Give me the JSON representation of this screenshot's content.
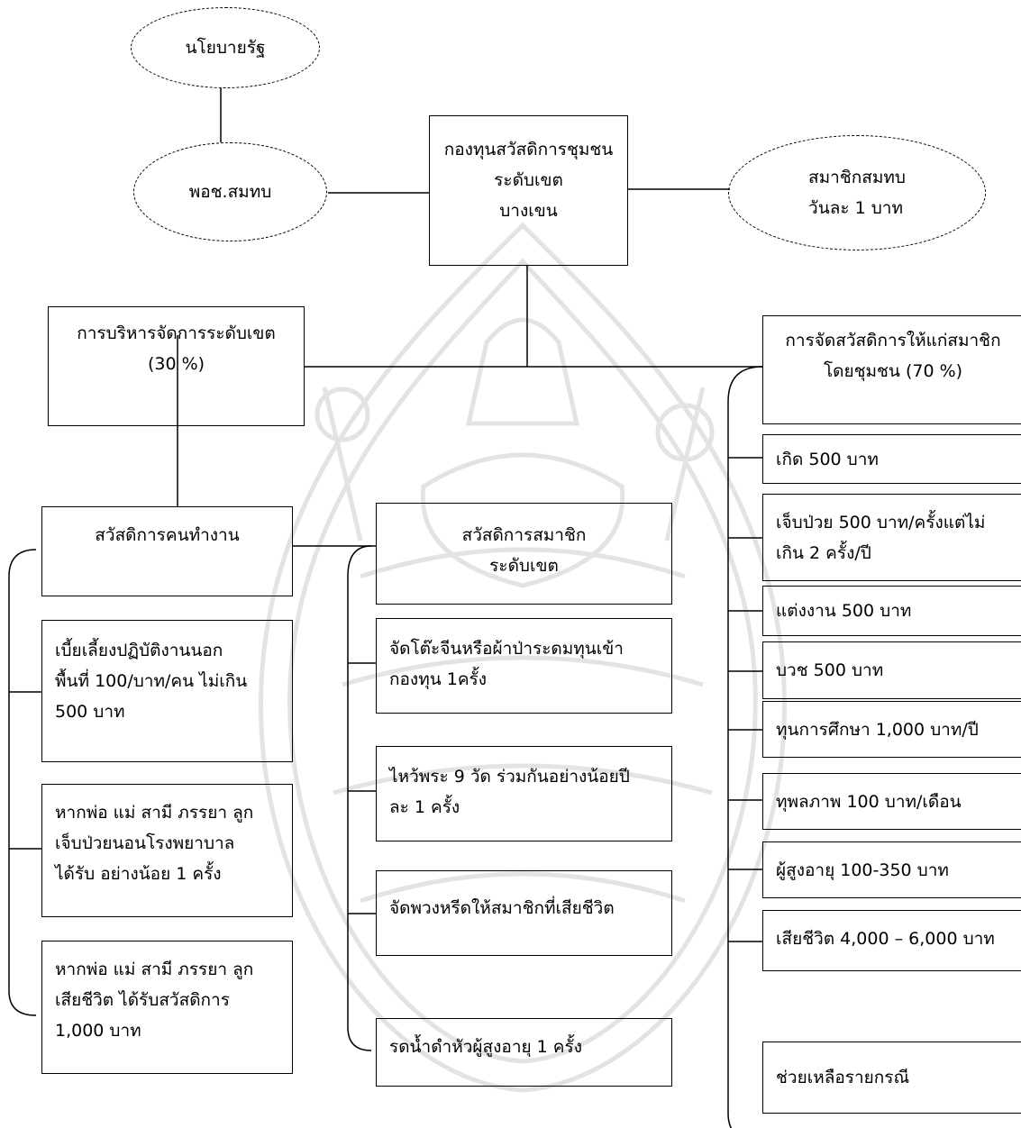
{
  "ovals": {
    "state_policy": "นโยบายรัฐ",
    "podoch": "พอช.สมทบ",
    "members": "สมาชิกสมทบ\nวันละ 1 บาท"
  },
  "center": "กองทุนสวัสดิการชุมชน\nระดับเขต\nบางเขน",
  "admin": "การบริหารจัดการระดับเขต\n(30 %)",
  "welfare": "การจัดสวัสดิการให้แก่สมาชิก\nโดยชุมชน (70 %)",
  "worker": {
    "title": "สวัสดิการคนทำงาน",
    "items": [
      "เบี้ยเลี้ยงปฏิบัติงานนอก\nพื้นที่ 100/บาท/คน ไม่เกิน\n500 บาท",
      "หากพ่อ แม่ สามี ภรรยา ลูก\nเจ็บป่วยนอนโรงพยาบาล\nได้รับ อย่างน้อย 1 ครั้ง",
      "หากพ่อ แม่ สามี ภรรยา ลูก\nเสียชีวิต ได้รับสวัสดิการ\n1,000 บาท"
    ]
  },
  "member": {
    "title": "สวัสดิการสมาชิก\nระดับเขต",
    "items": [
      "จัดโต๊ะจีนหรือผ้าป่าระดมทุนเข้า\nกองทุน 1ครั้ง",
      "ไหว้พระ 9 วัด ร่วมกันอย่างน้อยปี\nละ 1 ครั้ง",
      "จัดพวงหรีดให้สมาชิกที่เสียชีวิต",
      "รดน้ำดำหัวผู้สูงอายุ 1 ครั้ง"
    ]
  },
  "benefits": [
    "เกิด 500 บาท",
    "เจ็บป่วย 500 บาท/ครั้งแต่ไม่\nเกิน 2 ครั้ง/ปี",
    "แต่งงาน 500 บาท",
    "บวช 500 บาท",
    "ทุนการศึกษา 1,000 บาท/ปี",
    "ทุพลภาพ 100 บาท/เดือน",
    "ผู้สูงอายุ 100-350 บาท",
    "เสียชีวิต 4,000 – 6,000 บาท",
    "ช่วยเหลือรายกรณี"
  ]
}
